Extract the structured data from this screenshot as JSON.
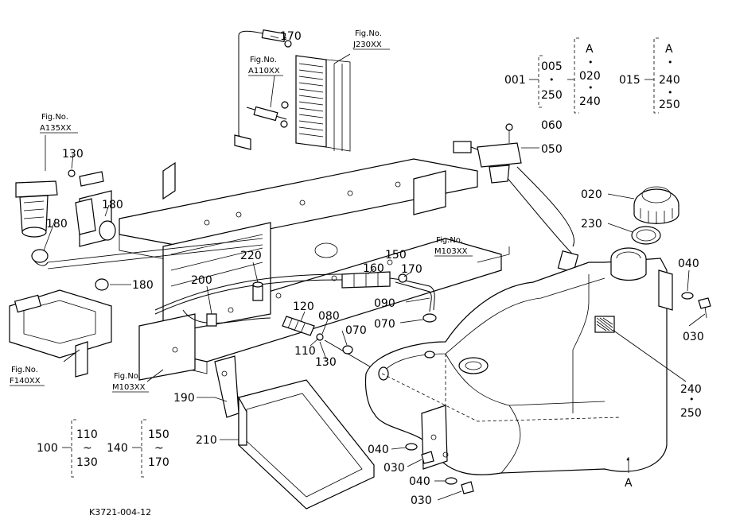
{
  "diagram_code": "K3721-004-12",
  "fig_refs": {
    "a135": {
      "label": "Fig.No.",
      "code": "A135XX"
    },
    "a110": {
      "label": "Fig.No.",
      "code": "A110XX"
    },
    "j230": {
      "label": "Fig.No.",
      "code": "J230XX"
    },
    "m103_right": {
      "label": "Fig.No.",
      "code": "M103XX"
    },
    "m103_left": {
      "label": "Fig.No.",
      "code": "M103XX"
    },
    "f140": {
      "label": "Fig.No.",
      "code": "F140XX"
    }
  },
  "callouts": {
    "c170_top": "170",
    "c130_top": "130",
    "c180_a": "180",
    "c180_b": "180",
    "c180_c": "180",
    "c060": "060",
    "c050": "050",
    "c020": "020",
    "c230": "230",
    "c040_right": "040",
    "c030_right": "030",
    "c220": "220",
    "c160": "160",
    "c150": "150",
    "c170_mid": "170",
    "c090": "090",
    "c200": "200",
    "c120": "120",
    "c080": "080",
    "c070_a": "070",
    "c070_b": "070",
    "c110": "110",
    "c130_mid": "130",
    "c240": "240",
    "c250": "250",
    "c190": "190",
    "c210": "210",
    "c040_a": "040",
    "c030_a": "030",
    "c040_b": "040",
    "c030_b": "030",
    "marker_a": "A"
  },
  "groups": {
    "g001": {
      "main": "001",
      "left": [
        "005",
        "250"
      ],
      "right": [
        "A",
        "020",
        "240"
      ]
    },
    "g015": {
      "main": "015",
      "right": [
        "A",
        "240",
        "250"
      ]
    },
    "g100": {
      "main": "100",
      "right": [
        "110",
        "~",
        "130"
      ]
    },
    "g140": {
      "main": "140",
      "right": [
        "150",
        "~",
        "170"
      ]
    }
  },
  "dot": "•"
}
